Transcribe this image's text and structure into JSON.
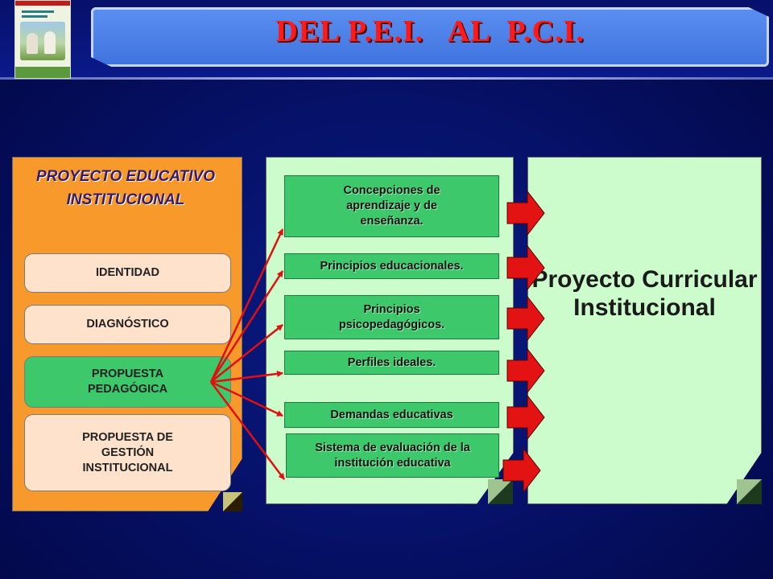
{
  "header": {
    "title": "DEL P.E.I.   AL  P.C.I."
  },
  "pei": {
    "title": "PROYECTO EDUCATIVO INSTITUCIONAL",
    "items": [
      "IDENTIDAD",
      "DIAGNÓSTICO",
      "PROPUESTA PEDAGÓGICA",
      "PROPUESTA DE GESTIÓN INSTITUCIONAL"
    ]
  },
  "components": [
    "Concepciones de aprendizaje y de enseñanza.",
    "Principios educacionales.",
    "Principios psicopedagógicos.",
    "Perfiles ideales.",
    "Demandas educativas",
    "Sistema de evaluación de la institución educativa"
  ],
  "pci": {
    "title": "Proyecto Curricular Institucional"
  },
  "colors": {
    "background": "#06126a",
    "pei_panel": "#f79a2b",
    "component_panel": "#ccfccc",
    "component_box": "#3dc86c",
    "arrow": "#e01010",
    "title_text": "#ff1a1a"
  }
}
